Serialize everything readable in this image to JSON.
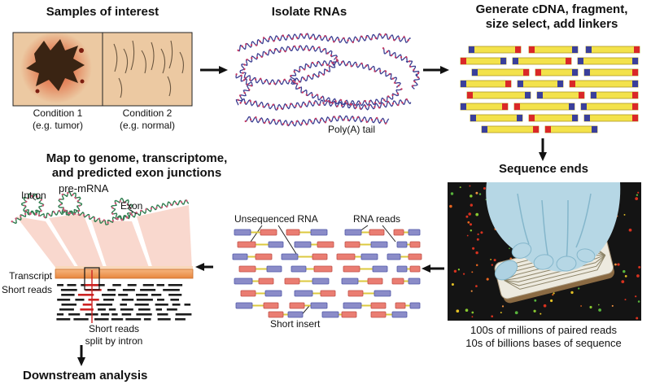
{
  "diagram": {
    "samples": {
      "title": "Samples of interest",
      "condition1_line1": "Condition 1",
      "condition1_line2": "(e.g. tumor)",
      "condition2_line1": "Condition 2",
      "condition2_line2": "(e.g. normal)"
    },
    "isolate": {
      "title": "Isolate RNAs",
      "polya_label": "Poly(A) tail"
    },
    "cdna": {
      "title_line1": "Generate cDNA, fragment,",
      "title_line2": "size select, add linkers"
    },
    "sequence": {
      "title": "Sequence ends",
      "caption_line1": "100s of millions of paired reads",
      "caption_line2": "10s of billions bases of sequence"
    },
    "reads": {
      "unsequenced_label": "Unsequenced RNA",
      "rna_reads_label": "RNA reads",
      "short_insert_label": "Short insert"
    },
    "map": {
      "title_line1": "Map to genome, transcriptome,",
      "title_line2": "and predicted exon junctions",
      "intron_label": "Intron",
      "premrna_label": "pre-mRNA",
      "exon_label": "Exon",
      "transcript_label": "Transcript",
      "short_reads_label": "Short reads",
      "split_label_line1": "Short reads",
      "split_label_line2": "split by intron"
    },
    "downstream": {
      "title": "Downstream analysis"
    }
  },
  "colors": {
    "background": "#ffffff",
    "text": "#111111",
    "sample_panel_bg": "#ecc9a2",
    "tumor_brown": "#3a2413",
    "tumor_glow_red": "#e04828",
    "rna_blue": "#3c3f92",
    "rna_dot_red": "#c43a64",
    "premrna_green": "#2f7d4f",
    "premrna_dot": "#cc5577",
    "fragment_yellow": "#f3e24b",
    "fragment_border": "#b09a20",
    "linker_blue": "#3a3f9b",
    "linker_red": "#da2828",
    "photo_bg": "#141414",
    "glove_blue": "#b6d7e5",
    "read_blue": "#8b8cc8",
    "read_blue_border": "#5058a8",
    "read_red": "#ea7d72",
    "read_red_border": "#c05048",
    "insert_yellow": "#dcc93f",
    "beam_pink": "#f8d2c6",
    "transcript_orange": "#ef9b57",
    "short_read_dark": "#1c1c1c",
    "split_red": "#cc2222"
  }
}
